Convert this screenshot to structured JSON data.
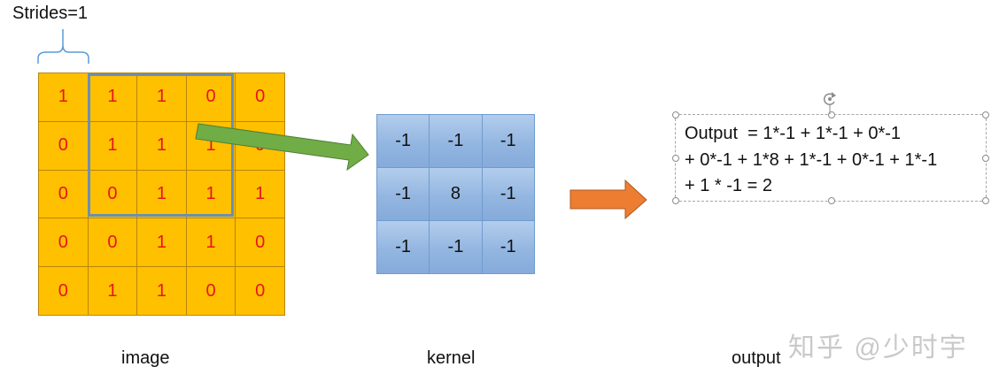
{
  "stride": {
    "label": "Strides=1"
  },
  "image": {
    "caption": "image",
    "rows": [
      [
        "1",
        "1",
        "1",
        "0",
        "0"
      ],
      [
        "0",
        "1",
        "1",
        "1",
        "0"
      ],
      [
        "0",
        "0",
        "1",
        "1",
        "1"
      ],
      [
        "0",
        "0",
        "1",
        "1",
        "0"
      ],
      [
        "0",
        "1",
        "1",
        "0",
        "0"
      ]
    ]
  },
  "kernel": {
    "caption": "kernel",
    "rows": [
      [
        "-1",
        "-1",
        "-1"
      ],
      [
        "-1",
        "8",
        "-1"
      ],
      [
        "-1",
        "-1",
        "-1"
      ]
    ]
  },
  "output": {
    "caption": "output",
    "lines": [
      "Output  = 1*-1 + 1*-1 + 0*-1",
      "+ 0*-1 + 1*8 + 1*-1 + 0*-1 + 1*-1",
      "+ 1 * -1 = 2"
    ]
  },
  "watermark": "知乎 @少时宇",
  "colors": {
    "image_cell": "#ffc000",
    "image_text": "#e8141c",
    "window_border": "#6b8fb0",
    "kernel_cell": "#9bbbe3",
    "green_arrow": "#70ad47",
    "orange_arrow": "#ed7d31",
    "brace": "#5b9bd5"
  }
}
